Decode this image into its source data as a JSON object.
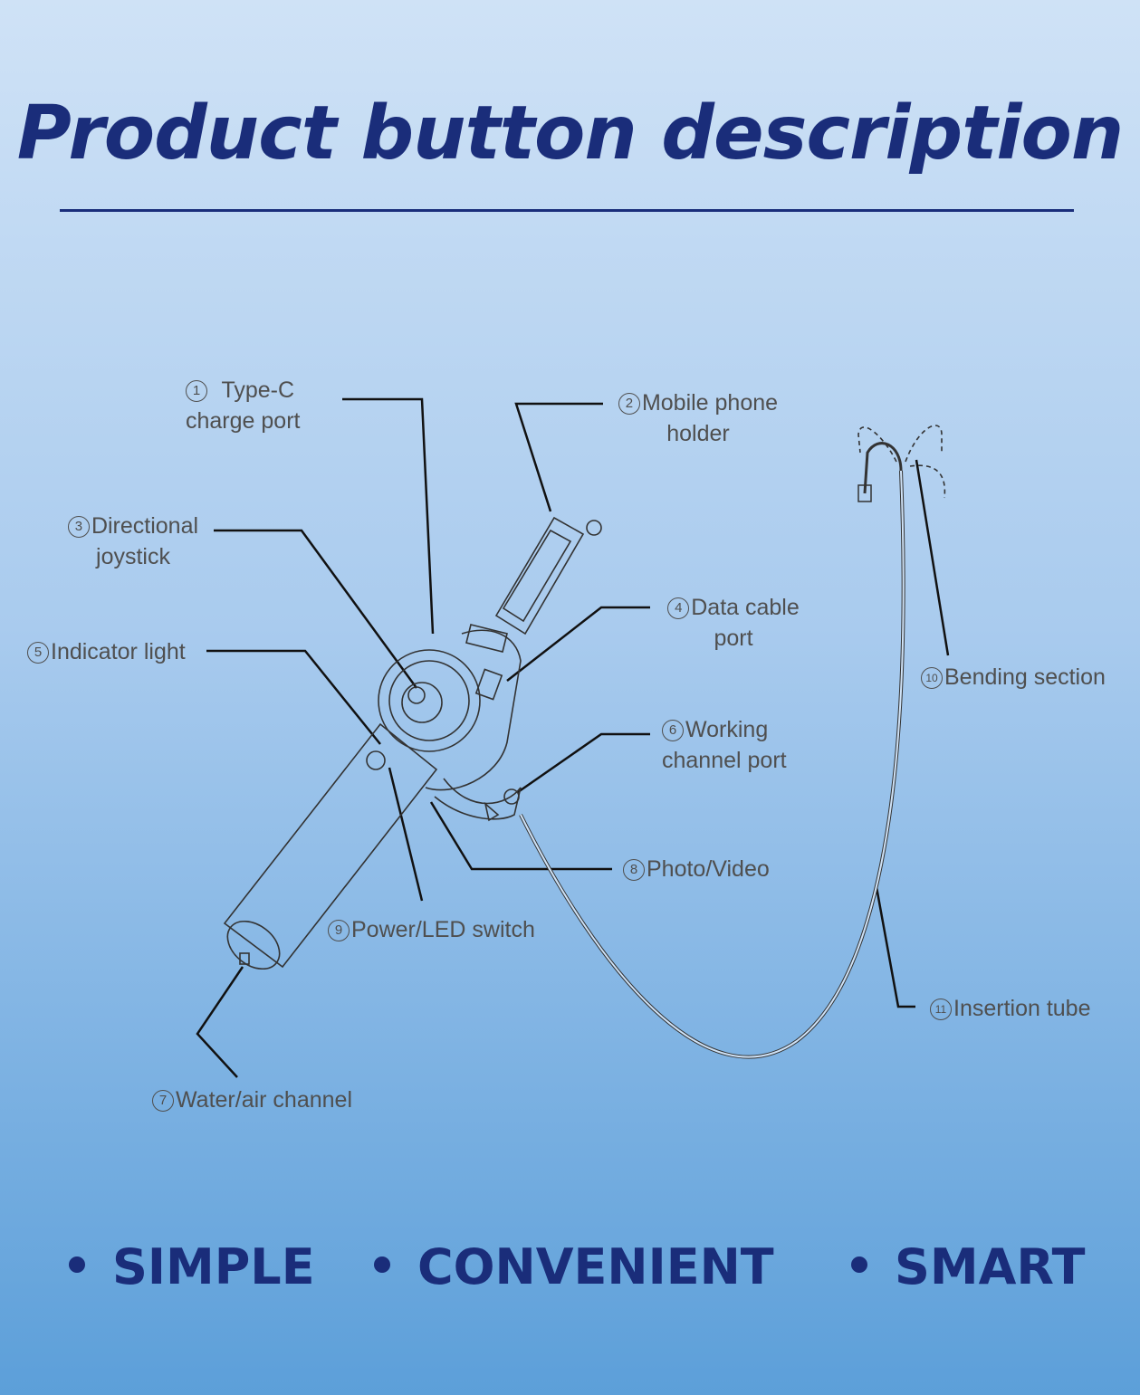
{
  "title": "Product button description",
  "labels": [
    {
      "num": "1",
      "lines": [
        "Type-C",
        "charge port"
      ]
    },
    {
      "num": "2",
      "lines": [
        "Mobile phone",
        "holder"
      ]
    },
    {
      "num": "3",
      "lines": [
        "Directional",
        "joystick"
      ]
    },
    {
      "num": "4",
      "lines": [
        "Data cable",
        "port"
      ]
    },
    {
      "num": "5",
      "lines": [
        "Indicator light"
      ]
    },
    {
      "num": "6",
      "lines": [
        "Working",
        "channel port"
      ]
    },
    {
      "num": "7",
      "lines": [
        "Water/air channel"
      ]
    },
    {
      "num": "8",
      "lines": [
        "Photo/Video"
      ]
    },
    {
      "num": "9",
      "lines": [
        "Power/LED switch"
      ]
    },
    {
      "num": "10",
      "lines": [
        "Bending section"
      ]
    },
    {
      "num": "11",
      "lines": [
        "Insertion tube"
      ]
    }
  ],
  "features": [
    "SIMPLE",
    "CONVENIENT",
    "SMART"
  ]
}
